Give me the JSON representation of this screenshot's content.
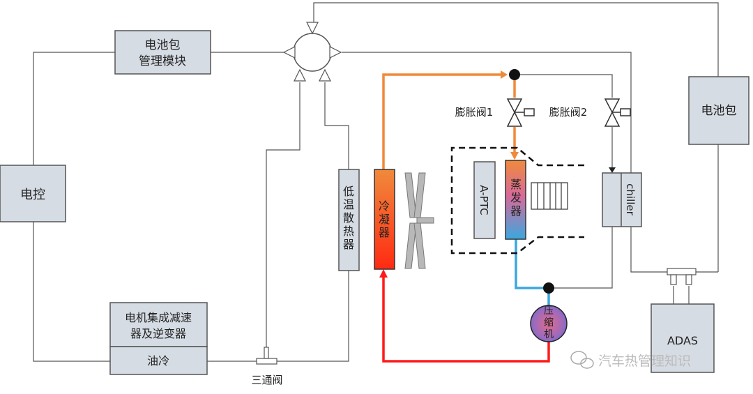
{
  "labels": {
    "battery_module": [
      "电池包",
      "管理模块"
    ],
    "controller": "电控",
    "motor": [
      "电机集成减速",
      "器及逆变器"
    ],
    "oil_cooling": "油冷",
    "three_way_valve": "三通阀",
    "low_temp_radiator": [
      "低",
      "温",
      "散",
      "热",
      "器"
    ],
    "condenser": [
      "冷",
      "凝",
      "器"
    ],
    "a_ptc": "A-PTC",
    "evaporator": [
      "蒸",
      "发",
      "器"
    ],
    "expansion_valve_1": "膨胀阀1",
    "expansion_valve_2": "膨胀阀2",
    "chiller": "chiller",
    "battery_pack": "电池包",
    "adas": "ADAS",
    "compressor": [
      "压",
      "缩",
      "机"
    ],
    "watermark": "汽车热管理知识"
  },
  "colors": {
    "box_fill": "#d6dce4",
    "line": "#555555",
    "hot_line": "#ff1a1a",
    "warm_line": "#ef8a3a",
    "cold_line": "#3aa7e0",
    "background": "#ffffff"
  }
}
